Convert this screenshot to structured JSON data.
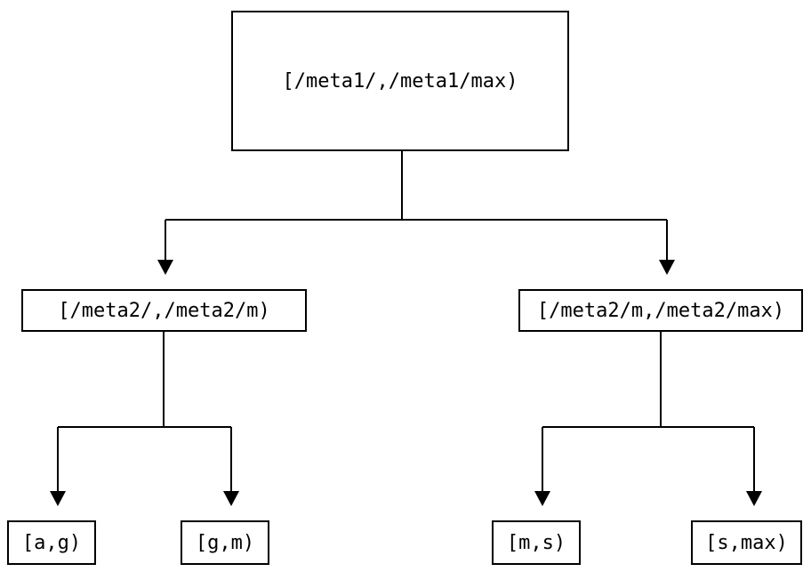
{
  "diagram": {
    "kind": "binary-interval-tree",
    "background_color": "#ffffff",
    "stroke_color": "#000000",
    "nodes": {
      "root": {
        "label": "[/meta1/,/meta1/max)"
      },
      "left_child": {
        "label": "[/meta2/,/meta2/m)"
      },
      "right_child": {
        "label": "[/meta2/m,/meta2/max)"
      },
      "leaf_ag": {
        "label": "[a,g)"
      },
      "leaf_gm": {
        "label": "[g,m)"
      },
      "leaf_ms": {
        "label": "[m,s)"
      },
      "leaf_smax": {
        "label": "[s,max)"
      }
    },
    "edges": [
      {
        "from": "root",
        "to": "left_child"
      },
      {
        "from": "root",
        "to": "right_child"
      },
      {
        "from": "left_child",
        "to": "leaf_ag"
      },
      {
        "from": "left_child",
        "to": "leaf_gm"
      },
      {
        "from": "right_child",
        "to": "leaf_ms"
      },
      {
        "from": "right_child",
        "to": "leaf_smax"
      }
    ]
  }
}
